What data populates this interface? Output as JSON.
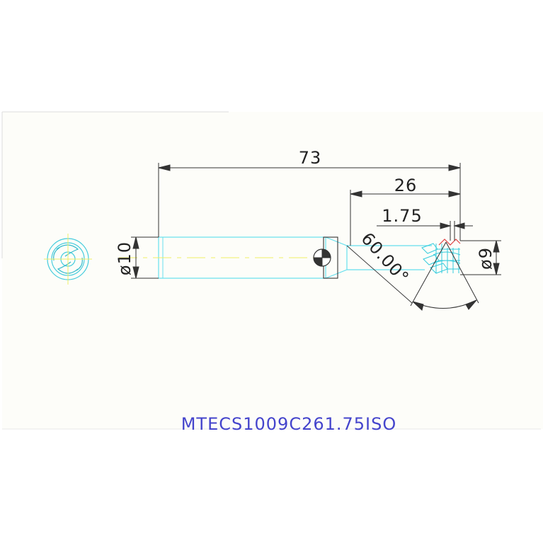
{
  "drawing": {
    "part_number": "MTECS1009C261.75ISO",
    "dimensions": {
      "overall_length": "73",
      "cutting_length": "26",
      "pitch": "1.75",
      "shank_diameter": "ø10",
      "cutting_diameter": "ø9",
      "angle": "60.00°"
    }
  },
  "colors": {
    "paper": "#fdfdf9",
    "dimension_line": "#333333",
    "shank_outline": "#66e0ee",
    "center_line": "#eeee66",
    "part_number_text": "#4444cc",
    "thread_tooth": "#33ccdd",
    "thread_highlight": "#e04444"
  }
}
